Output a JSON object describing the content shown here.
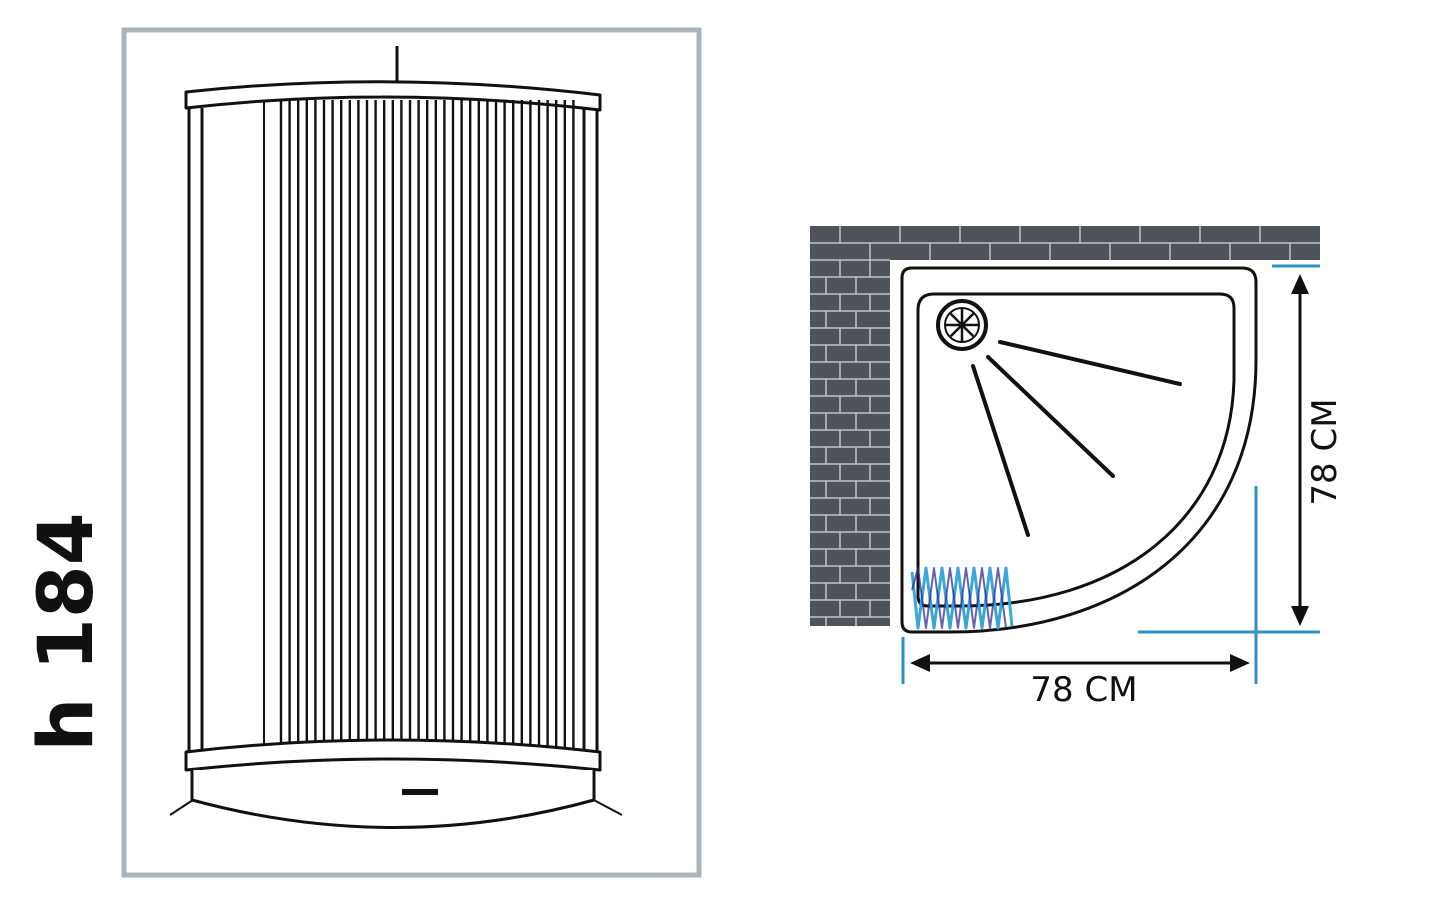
{
  "height_label": "h 184",
  "width_label": "78 CM",
  "depth_label": "78 CM",
  "colors": {
    "frame_border": "#a9b4bf",
    "line": "#111111",
    "wall_fill": "#4d5358",
    "mortar": "#bfc4c8",
    "dimension_accent": "#2e8fc0",
    "spring": "#3aa7d9"
  }
}
